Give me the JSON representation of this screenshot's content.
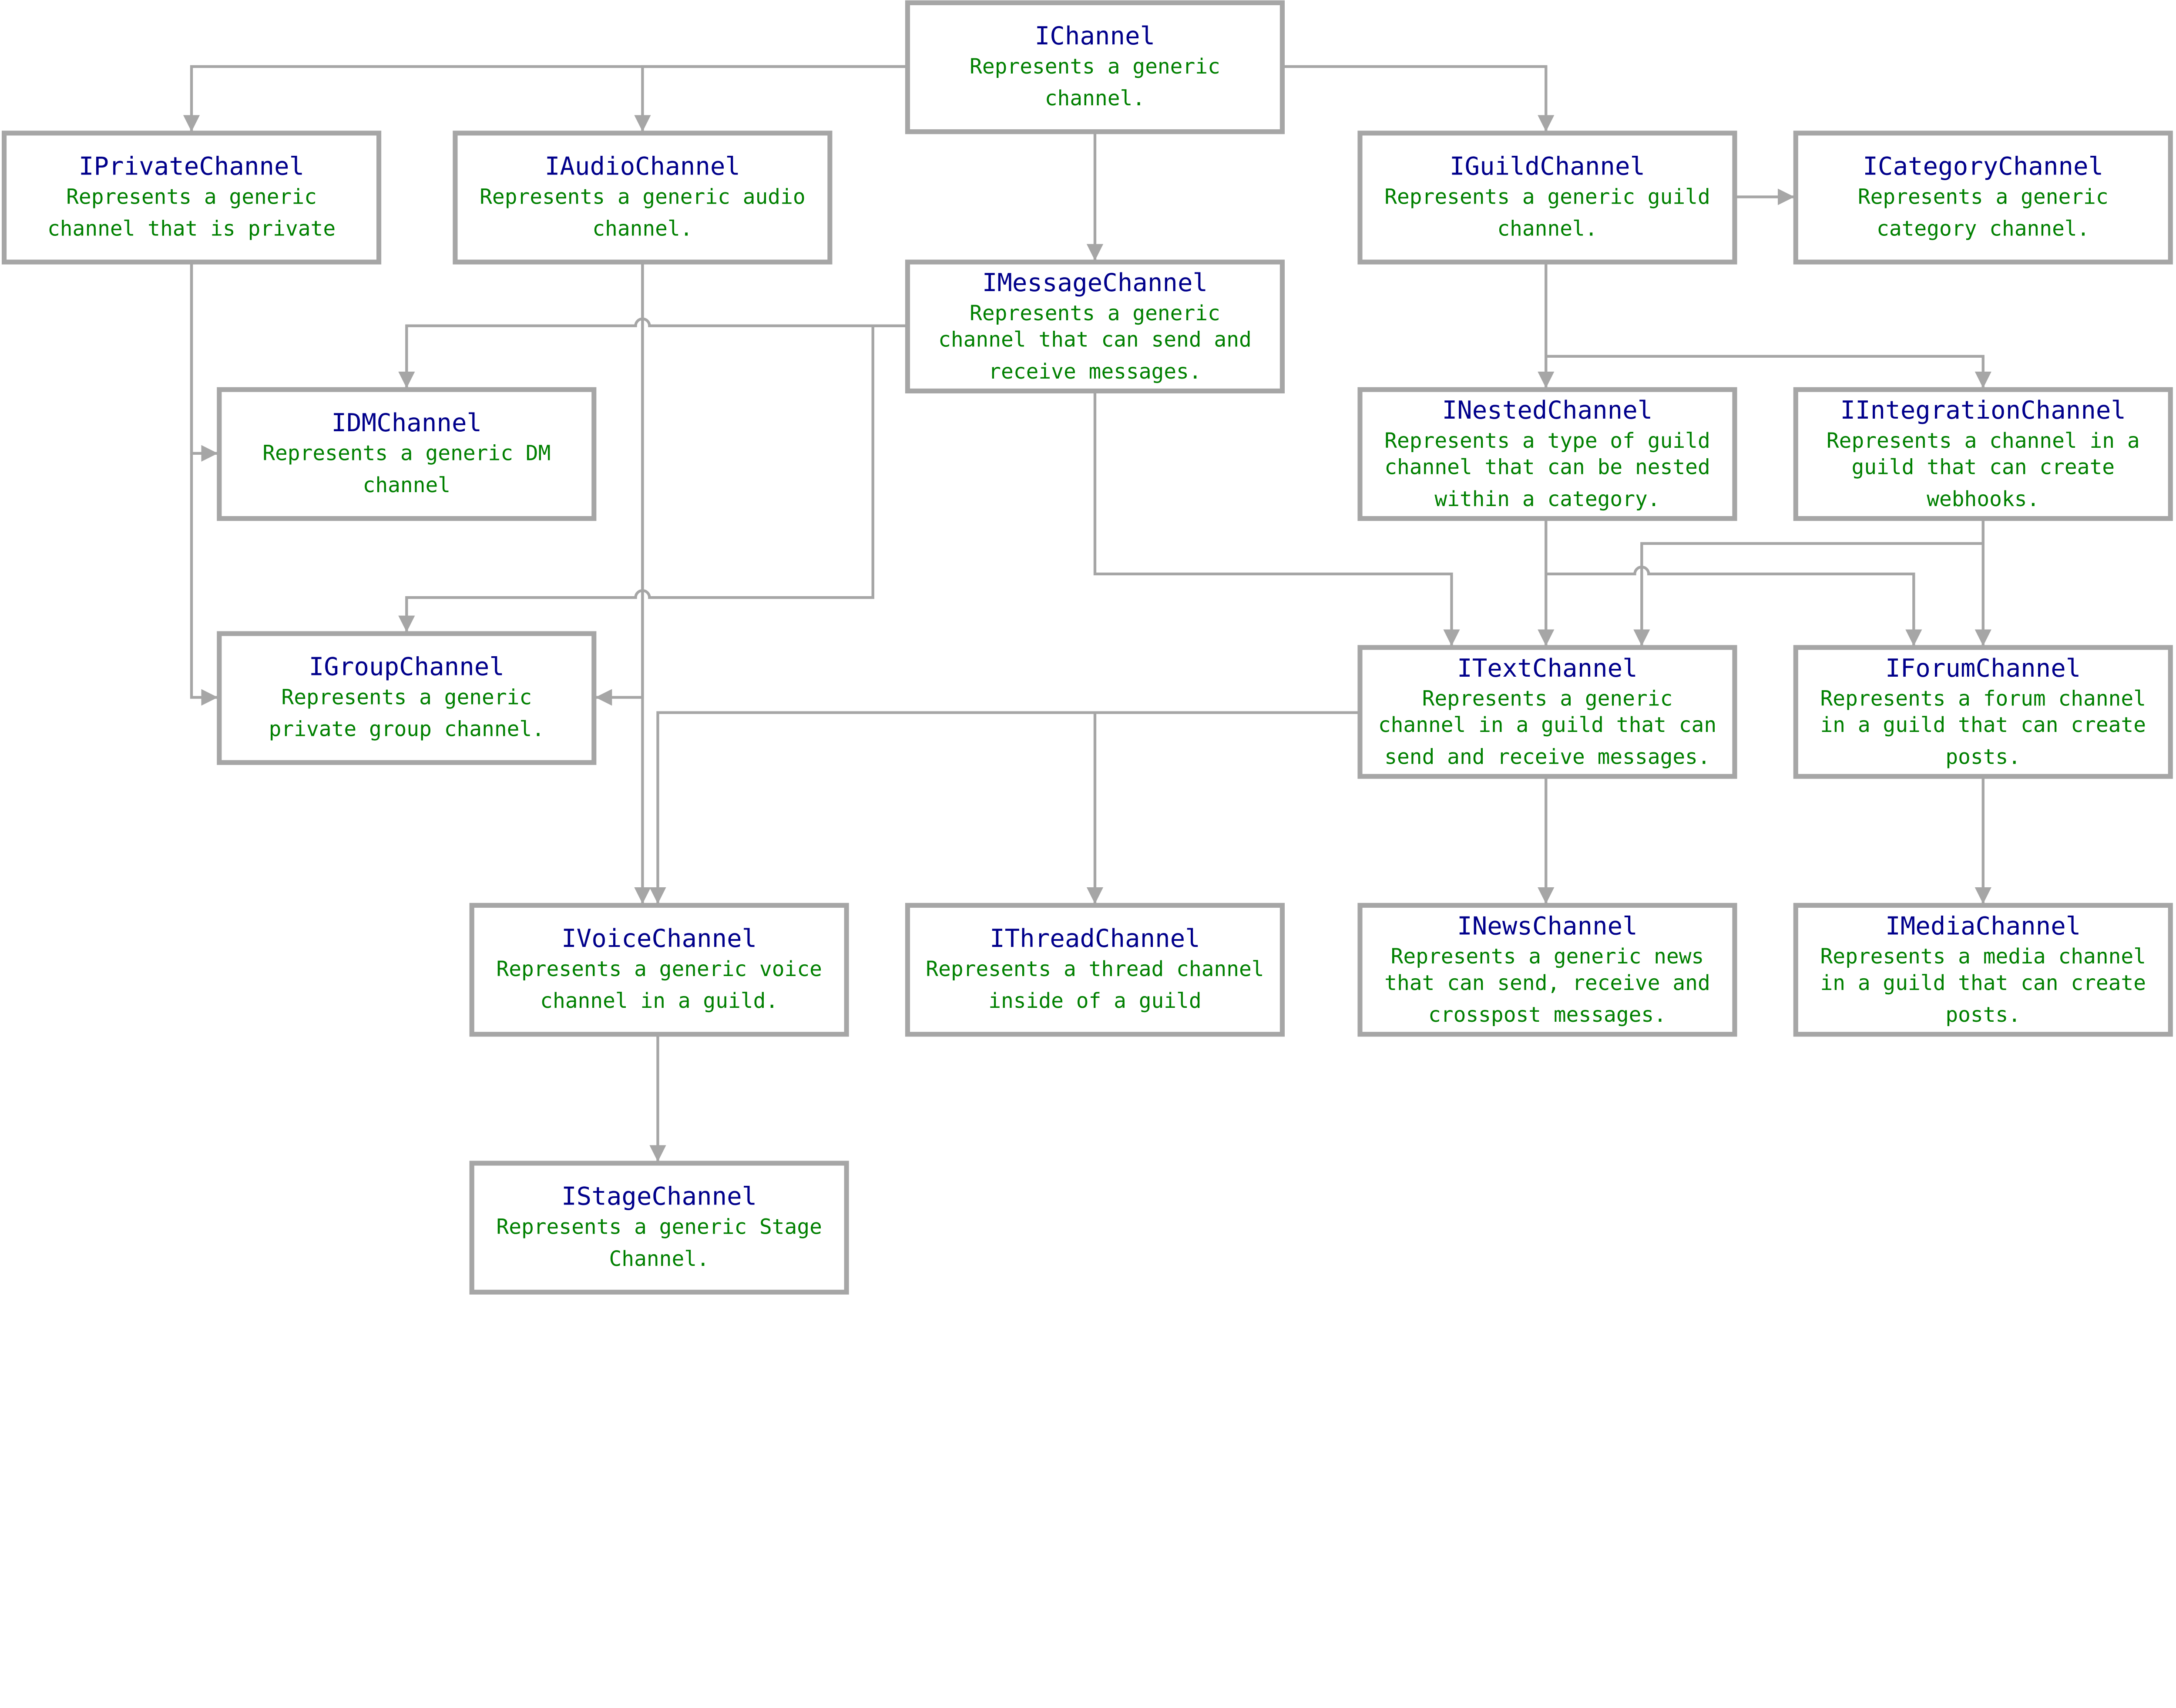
{
  "colors": {
    "title": "#00008b",
    "description": "#008000",
    "line": "#a6a6a6",
    "background": "#ffffff"
  },
  "nodes": [
    {
      "id": "IChannel",
      "description": [
        "Represents a generic",
        "channel."
      ]
    },
    {
      "id": "IPrivateChannel",
      "description": [
        "Represents a generic",
        "channel that is private"
      ]
    },
    {
      "id": "IAudioChannel",
      "description": [
        "Represents a generic audio",
        "channel."
      ]
    },
    {
      "id": "IGuildChannel",
      "description": [
        "Represents a generic guild",
        "channel."
      ]
    },
    {
      "id": "ICategoryChannel",
      "description": [
        "Represents a generic",
        "category channel."
      ]
    },
    {
      "id": "IMessageChannel",
      "description": [
        "Represents a generic",
        "channel that can send and",
        "receive messages."
      ]
    },
    {
      "id": "IDMChannel",
      "description": [
        "Represents a generic DM",
        "channel"
      ]
    },
    {
      "id": "INestedChannel",
      "description": [
        "Represents a type of guild",
        "channel that can be nested",
        "within a category."
      ]
    },
    {
      "id": "IIntegrationChannel",
      "description": [
        "Represents a channel in a",
        "guild that can create",
        "webhooks."
      ]
    },
    {
      "id": "IGroupChannel",
      "description": [
        "Represents a generic",
        "private group channel."
      ]
    },
    {
      "id": "ITextChannel",
      "description": [
        "Represents a generic",
        "channel in a guild that can",
        "send and receive messages."
      ]
    },
    {
      "id": "IForumChannel",
      "description": [
        "Represents a forum channel",
        "in a guild that can create",
        "posts."
      ]
    },
    {
      "id": "IVoiceChannel",
      "description": [
        "Represents a generic voice",
        "channel in a guild."
      ]
    },
    {
      "id": "IThreadChannel",
      "description": [
        "Represents a thread channel",
        "inside of a guild"
      ]
    },
    {
      "id": "INewsChannel",
      "description": [
        "Represents a generic news",
        "that can send, receive and",
        "crosspost messages."
      ]
    },
    {
      "id": "IMediaChannel",
      "description": [
        "Represents a media channel",
        "in a guild that can create",
        "posts."
      ]
    },
    {
      "id": "IStageChannel",
      "description": [
        "Represents a generic Stage",
        "Channel."
      ]
    }
  ],
  "edges": [
    {
      "from": "IChannel",
      "to": "IPrivateChannel"
    },
    {
      "from": "IChannel",
      "to": "IAudioChannel"
    },
    {
      "from": "IChannel",
      "to": "IGuildChannel"
    },
    {
      "from": "IChannel",
      "to": "IMessageChannel"
    },
    {
      "from": "IGuildChannel",
      "to": "ICategoryChannel"
    },
    {
      "from": "IGuildChannel",
      "to": "INestedChannel"
    },
    {
      "from": "IGuildChannel",
      "to": "IIntegrationChannel"
    },
    {
      "from": "IPrivateChannel",
      "to": "IDMChannel"
    },
    {
      "from": "IPrivateChannel",
      "to": "IGroupChannel"
    },
    {
      "from": "IMessageChannel",
      "to": "IDMChannel"
    },
    {
      "from": "IMessageChannel",
      "to": "IGroupChannel"
    },
    {
      "from": "IAudioChannel",
      "to": "IGroupChannel"
    },
    {
      "from": "IAudioChannel",
      "to": "IVoiceChannel"
    },
    {
      "from": "IMessageChannel",
      "to": "ITextChannel"
    },
    {
      "from": "INestedChannel",
      "to": "ITextChannel"
    },
    {
      "from": "INestedChannel",
      "to": "IForumChannel"
    },
    {
      "from": "IIntegrationChannel",
      "to": "ITextChannel"
    },
    {
      "from": "IIntegrationChannel",
      "to": "IForumChannel"
    },
    {
      "from": "ITextChannel",
      "to": "IVoiceChannel"
    },
    {
      "from": "ITextChannel",
      "to": "IThreadChannel"
    },
    {
      "from": "ITextChannel",
      "to": "INewsChannel"
    },
    {
      "from": "IForumChannel",
      "to": "IMediaChannel"
    },
    {
      "from": "IVoiceChannel",
      "to": "IStageChannel"
    }
  ]
}
